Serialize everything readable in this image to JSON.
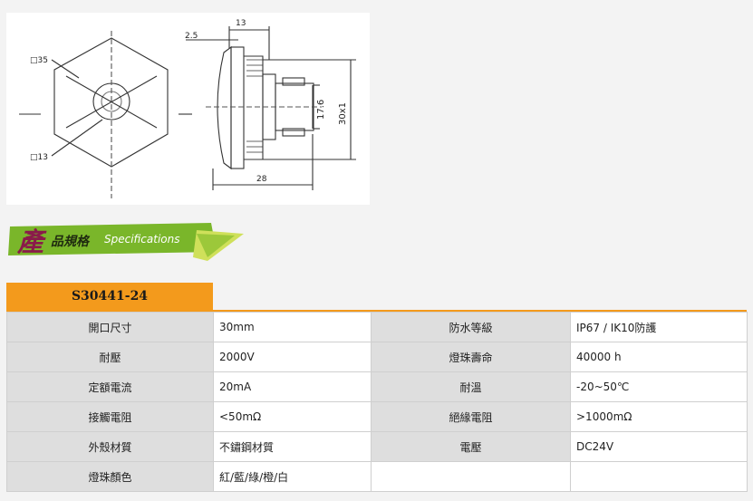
{
  "drawing": {
    "front_outer_label": "□35",
    "front_inner_label": "□13",
    "side_dims": [
      "13",
      "2.5",
      "17.6",
      "30x1",
      "28"
    ]
  },
  "banner": {
    "big_char": "產",
    "sub_chars": "品規格",
    "english": "Specifications",
    "colors": {
      "green": "#7ab62a",
      "yellow": "#cfe05a",
      "accent": "#8a1a4a"
    }
  },
  "model": {
    "name": "S30441-24",
    "accent": "#f39a1c"
  },
  "specs": [
    {
      "l1": "開口尺寸",
      "v1": "30mm",
      "l2": "防水等級",
      "v2": "IP67 / IK10防護"
    },
    {
      "l1": "耐壓",
      "v1": " 2000V",
      "l2": "燈珠壽命",
      "v2": "40000 h"
    },
    {
      "l1": "定額電流",
      "v1": " 20mA",
      "l2": "耐溫",
      "v2": "-20~50℃"
    },
    {
      "l1": "接觸電阻",
      "v1": "<50mΩ",
      "l2": "絕緣電阻",
      "v2": ">1000mΩ"
    },
    {
      "l1": "外殼材質",
      "v1": "不鏽鋼材質",
      "l2": "電壓",
      "v2": "DC24V"
    },
    {
      "l1": "燈珠顏色",
      "v1": "紅/藍/綠/橙/白",
      "l2": "",
      "v2": ""
    }
  ]
}
